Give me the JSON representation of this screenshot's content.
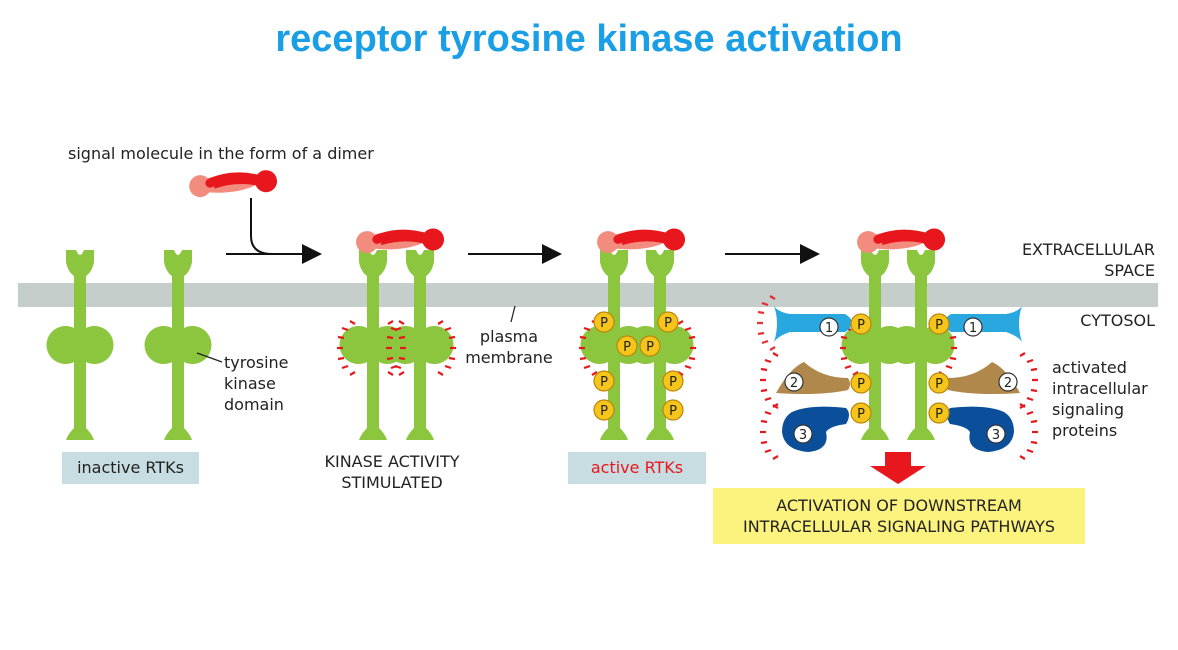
{
  "title": "receptor tyrosine kinase activation",
  "labels": {
    "signal_molecule": "signal molecule in the form of a dimer",
    "extracellular_line1": "EXTRACELLULAR",
    "extracellular_line2": "SPACE",
    "cytosol": "CYTOSOL",
    "tyrosine_line1": "tyrosine",
    "tyrosine_line2": "kinase",
    "tyrosine_line3": "domain",
    "plasma_line1": "plasma",
    "plasma_line2": "membrane",
    "inactive_rtks": "inactive RTKs",
    "kinase_line1": "KINASE ACTIVITY",
    "kinase_line2": "STIMULATED",
    "active_rtks": "active RTKs",
    "activated_line1": "activated",
    "activated_line2": "intracellular",
    "activated_line3": "signaling",
    "activated_line4": "proteins",
    "downstream_line1": "ACTIVATION OF DOWNSTREAM",
    "downstream_line2": "INTRACELLULAR SIGNALING PATHWAYS"
  },
  "phospho_label": "P",
  "protein_numbers": [
    "1",
    "2",
    "3"
  ],
  "colors": {
    "title": "#1a9fe6",
    "receptor": "#8cc63f",
    "membrane": "#c5ceca",
    "signal_dark": "#e8171d",
    "signal_light": "#f28c7e",
    "phosphate": "#f6c51b",
    "protein1": "#29a8df",
    "protein2": "#b0884b",
    "protein3": "#0b4f9b",
    "downstream_arrow": "#e8171d",
    "label_box": "#c7dde2",
    "downstream_box": "#fbf37d",
    "active_text": "#e8171d"
  }
}
